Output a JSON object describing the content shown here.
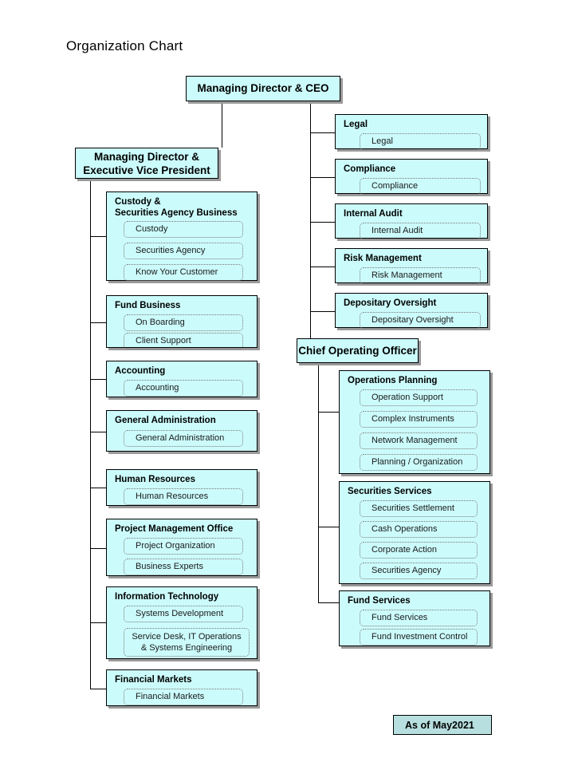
{
  "page": {
    "title": "Organization Chart",
    "footer_badge": "As of May2021",
    "colors": {
      "box_fill": "#ccfbfb",
      "box_border": "#000000",
      "box_shadow": "#9a9a9a",
      "sub_item_border": "#7a7a7a",
      "badge_fill": "#b8dfdf",
      "background": "#ffffff"
    }
  },
  "executives": {
    "ceo": "Managing Director & CEO",
    "md_evp": "Managing Director &\nExecutive Vice President",
    "coo": "Chief Operating Officer"
  },
  "ceo_direct_units": [
    {
      "title": "Legal",
      "items": [
        "Legal"
      ]
    },
    {
      "title": "Compliance",
      "items": [
        "Compliance"
      ]
    },
    {
      "title": "Internal Audit",
      "items": [
        "Internal Audit"
      ]
    },
    {
      "title": "Risk Management",
      "items": [
        "Risk Management"
      ]
    },
    {
      "title": "Depositary Oversight",
      "items": [
        "Depositary Oversight"
      ]
    }
  ],
  "md_evp_units": [
    {
      "title": "Custody &\nSecurities Agency Business",
      "items": [
        "Custody",
        "Securities Agency",
        "Know Your Customer"
      ]
    },
    {
      "title": "Fund Business",
      "items": [
        "On Boarding",
        "Client Support"
      ]
    },
    {
      "title": "Accounting",
      "items": [
        "Accounting"
      ]
    },
    {
      "title": "General Administration",
      "items": [
        "General Administration"
      ]
    },
    {
      "title": "Human Resources",
      "items": [
        "Human Resources"
      ]
    },
    {
      "title": "Project Management Office",
      "items": [
        "Project Organization",
        "Business Experts"
      ]
    },
    {
      "title": "Information Technology",
      "items": [
        "Systems Development",
        "Service Desk, IT Operations\n& Systems Engineering"
      ]
    },
    {
      "title": "Financial Markets",
      "items": [
        "Financial Markets"
      ]
    }
  ],
  "coo_units": [
    {
      "title": "Operations Planning",
      "items": [
        "Operation Support",
        "Complex Instruments",
        "Network Management",
        "Planning / Organization"
      ]
    },
    {
      "title": "Securities Services",
      "items": [
        "Securities Settlement",
        "Cash Operations",
        "Corporate Action",
        "Securities Agency"
      ]
    },
    {
      "title": "Fund Services",
      "items": [
        "Fund Services",
        "Fund Investment Control"
      ]
    }
  ]
}
